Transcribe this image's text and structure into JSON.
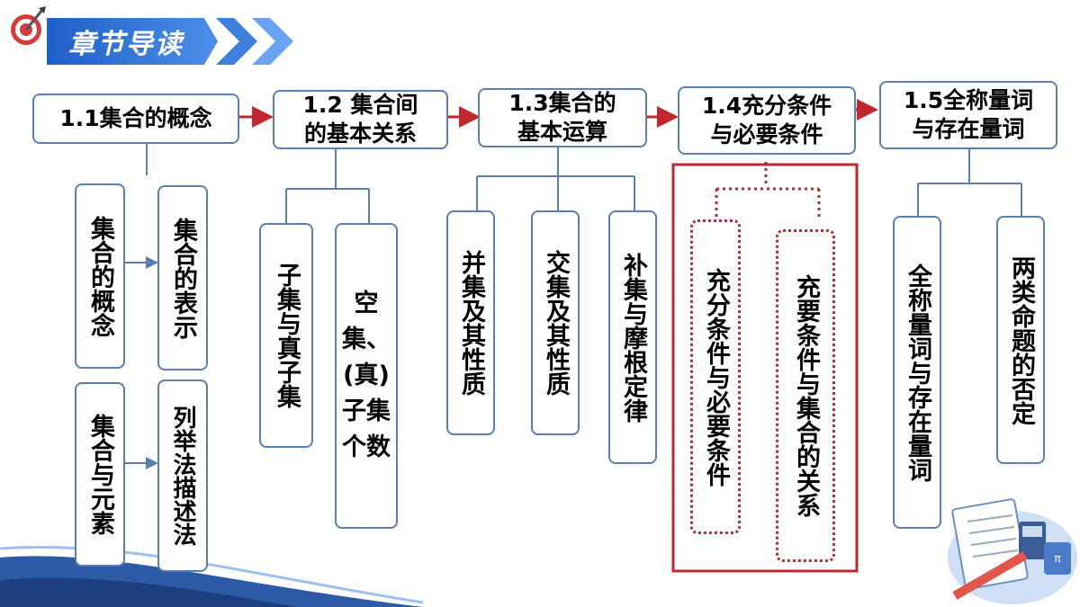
{
  "banner": {
    "title": "章节导读"
  },
  "sections": [
    {
      "label": "1.1集合的概念"
    },
    {
      "label": "1.2 集合间的基本关系"
    },
    {
      "label": "1.3集合的基本运算"
    },
    {
      "label": "1.4充分条件与必要条件"
    },
    {
      "label": "1.5全称量词与存在量词"
    }
  ],
  "topics": {
    "s1_concept": "集合的概念",
    "s1_representation": "集合的表示",
    "s1_elements": "集合与元素",
    "s1_list_method": "列举法描述法",
    "s2_subset": "子集与真子集",
    "s2_empty_set": "空集、(真)子集个数",
    "s3_union": "并集及其性质",
    "s3_intersection": "交集及其性质",
    "s3_complement": "补集与摩根定律",
    "s4_conditions": "充分条件与必要条件",
    "s4_relation": "充要条件与集合的关系",
    "s5_quantifiers": "全称量词与存在量词",
    "s5_negation": "两类命题的否定"
  },
  "colors": {
    "accent": "#c0282f",
    "box_border": "#5b7fae",
    "banner": "#2f6fd6"
  },
  "icons": [
    "target-dart-icon",
    "chevron-right-icon",
    "arrow-right-icon",
    "math-notebook-illustration"
  ]
}
